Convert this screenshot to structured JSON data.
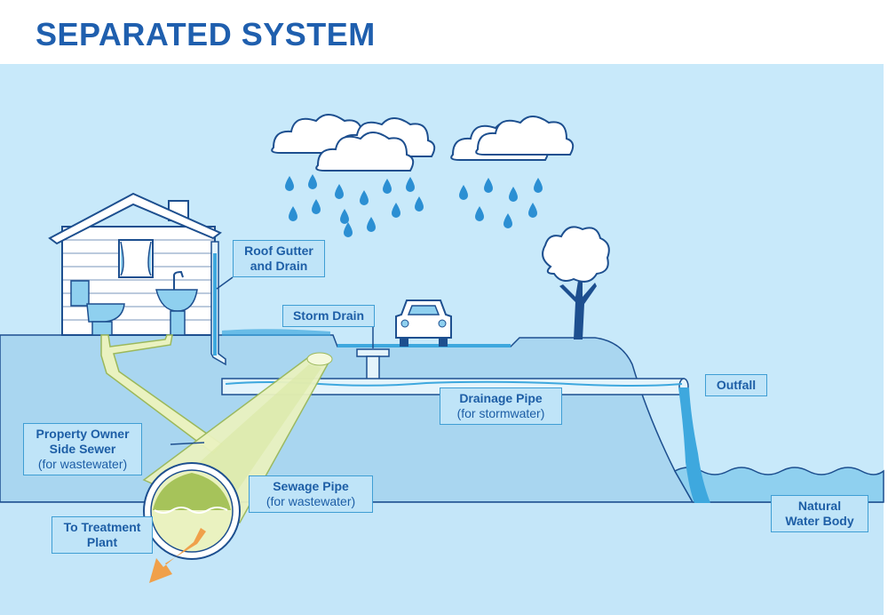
{
  "title": "SEPARATED SYSTEM",
  "colors": {
    "title": "#1f5fae",
    "sky": "#c8e9fa",
    "ground": "#a9d6f0",
    "deep_ground": "#bfe3f7",
    "water": "#8fd0ef",
    "pipe": "#e4f4fc",
    "stormwater": "#3ea8de",
    "wastewater": "#c7d88a",
    "arrow": "#f0a04a",
    "label_bg": "#bfe4f8",
    "label_border": "#3f9ed4",
    "label_text": "#1d5ea6"
  },
  "icons": [
    "cloud-icon",
    "raindrop-icon",
    "house-icon",
    "toilet-icon",
    "sink-icon",
    "tree-icon",
    "car-icon",
    "treatment-arrow-icon"
  ],
  "labels": {
    "roof_gutter": {
      "line1": "Roof Gutter",
      "line2": "and Drain"
    },
    "storm_drain": {
      "line1": "Storm Drain"
    },
    "outfall": {
      "line1": "Outfall"
    },
    "drainage_pipe": {
      "line1": "Drainage Pipe",
      "line2": "(for stormwater)"
    },
    "property_sewer": {
      "line1": "Property Owner",
      "line2": "Side Sewer",
      "line3": "(for wastewater)"
    },
    "sewage_pipe": {
      "line1": "Sewage Pipe",
      "line2": "(for wastewater)"
    },
    "treatment": {
      "line1": "To Treatment",
      "line2": "Plant"
    },
    "water_body": {
      "line1": "Natural",
      "line2": "Water Body"
    }
  }
}
